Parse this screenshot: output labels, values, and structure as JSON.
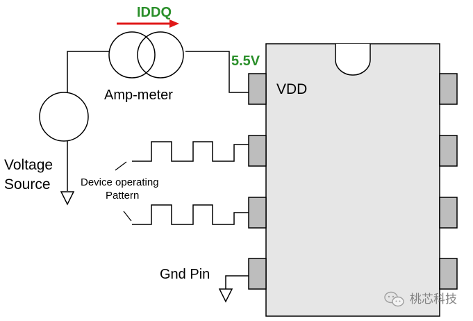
{
  "labels": {
    "iddq": "IDDQ",
    "voltage": "5.5V",
    "ammeter": "Amp-meter",
    "vdd": "VDD",
    "source_line1": "Voltage",
    "source_line2": "Source",
    "pattern_line1": "Device operating",
    "pattern_line2": "Pattern",
    "gnd_pin": "Gnd Pin",
    "watermark": "桃芯科技"
  },
  "colors": {
    "iddq_text": "#2a8f2a",
    "voltage_text": "#2a8f2a",
    "current_arrow": "#e01818",
    "chip_body": "#e6e6e6",
    "pin_fill": "#bdbdbd",
    "stroke": "#000000"
  },
  "icons": {
    "ammeter": "ammeter-symbol-icon",
    "source": "voltage-source-icon",
    "ground": "ground-icon",
    "watermark": "wechat-icon"
  }
}
